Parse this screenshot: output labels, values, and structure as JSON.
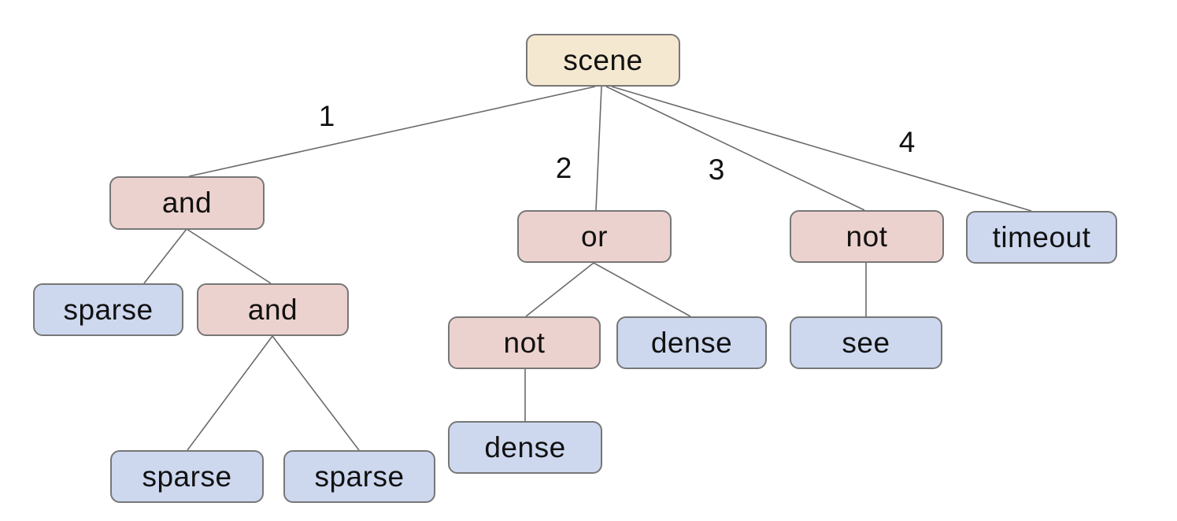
{
  "diagram": {
    "type": "tree",
    "background_color": "#ffffff",
    "node_colors": {
      "root": "#f5e8d1",
      "operator": "#ecd2ce",
      "leaf": "#cdd8ef",
      "border": "#777777",
      "edge_line": "#6b6b6b",
      "text": "#111111"
    },
    "nodes": {
      "scene": {
        "label": "scene",
        "kind": "root"
      },
      "and1": {
        "label": "and",
        "kind": "operator"
      },
      "and2": {
        "label": "and",
        "kind": "operator"
      },
      "or1": {
        "label": "or",
        "kind": "operator"
      },
      "not1": {
        "label": "not",
        "kind": "operator"
      },
      "not2": {
        "label": "not",
        "kind": "operator"
      },
      "timeout1": {
        "label": "timeout",
        "kind": "leaf"
      },
      "sparse1": {
        "label": "sparse",
        "kind": "leaf"
      },
      "sparse2": {
        "label": "sparse",
        "kind": "leaf"
      },
      "sparse3": {
        "label": "sparse",
        "kind": "leaf"
      },
      "dense1": {
        "label": "dense",
        "kind": "leaf"
      },
      "dense2": {
        "label": "dense",
        "kind": "leaf"
      },
      "see1": {
        "label": "see",
        "kind": "leaf"
      }
    },
    "edge_labels": {
      "branch1": "1",
      "branch2": "2",
      "branch3": "3",
      "branch4": "4"
    },
    "structure": {
      "scene": {
        "1": {
          "and": [
            "sparse",
            {
              "and": [
                "sparse",
                "sparse"
              ]
            }
          ]
        },
        "2": {
          "or": [
            {
              "not": [
                "dense"
              ]
            },
            "dense"
          ]
        },
        "3": {
          "not": [
            "see"
          ]
        },
        "4": "timeout"
      }
    }
  }
}
